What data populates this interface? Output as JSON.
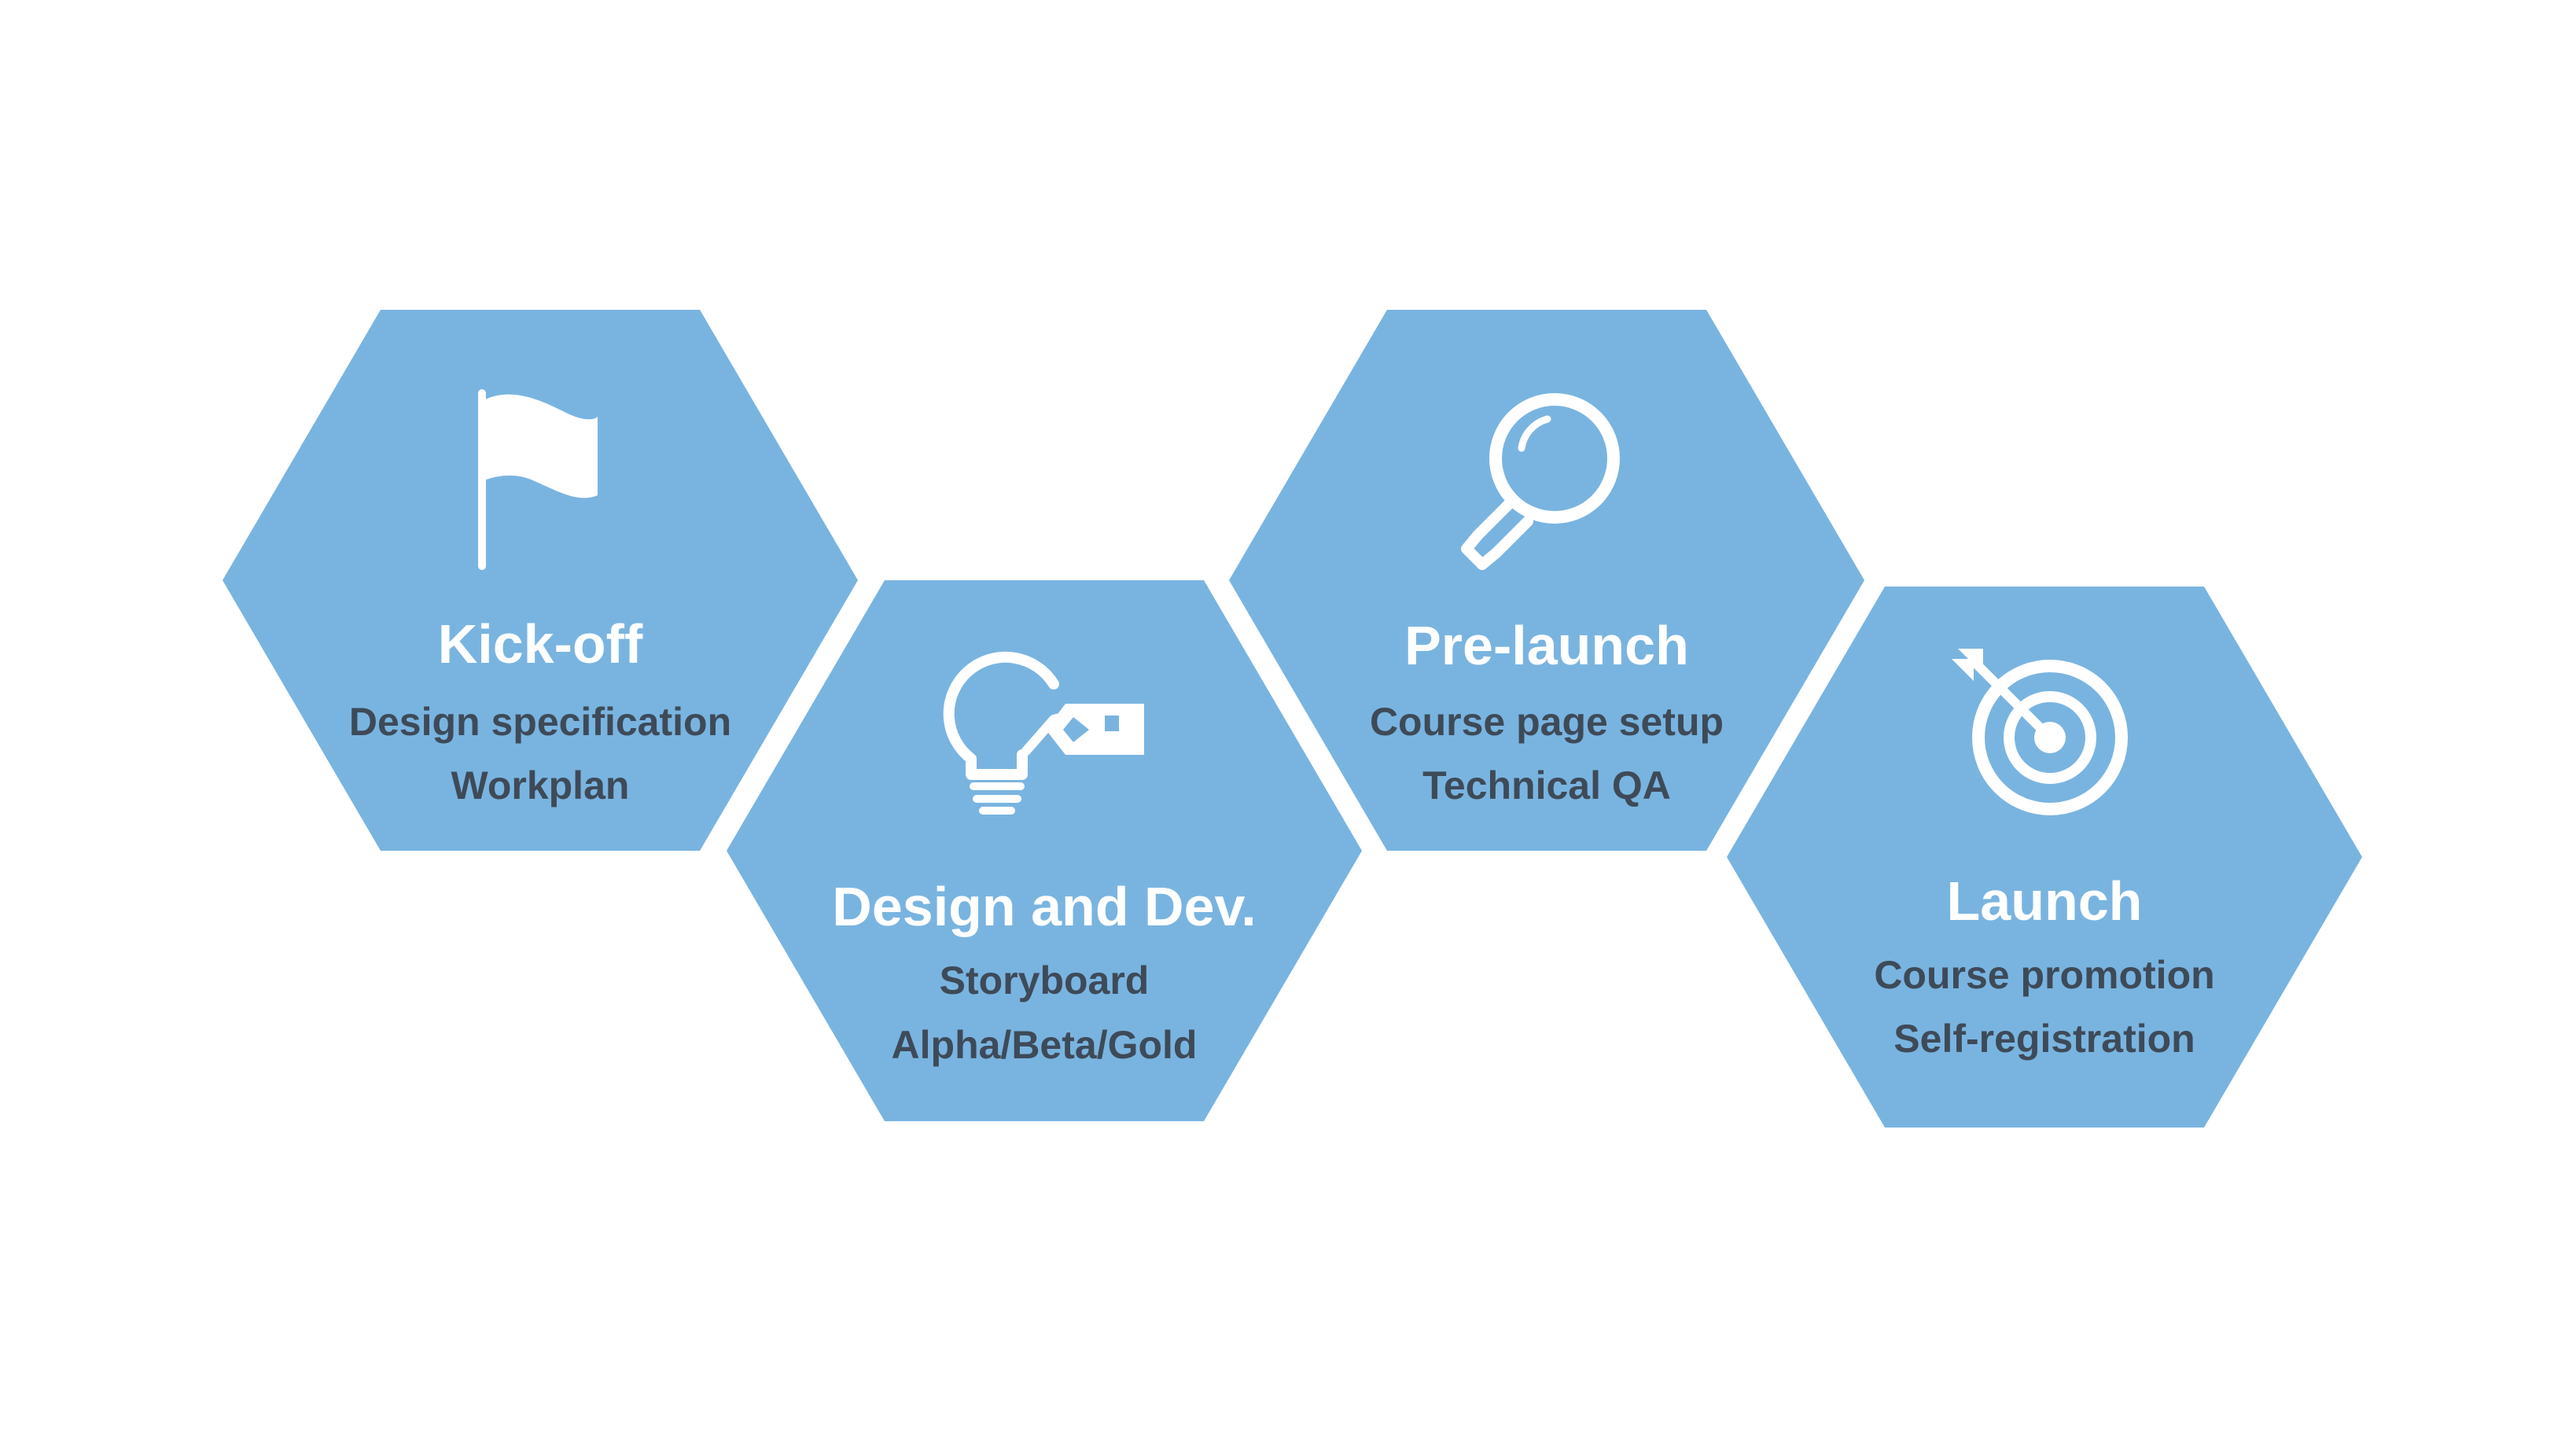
{
  "colors": {
    "hexagon": "#79b4e0",
    "title_text": "#ffffff",
    "item_text": "#3e4a58",
    "icon": "#ffffff",
    "background": "#ffffff"
  },
  "steps": [
    {
      "icon": "flag-icon",
      "title": "Kick-off",
      "items": [
        "Design specification",
        "Workplan"
      ]
    },
    {
      "icon": "lightbulb-pen-icon",
      "title": "Design and Dev.",
      "items": [
        "Storyboard",
        "Alpha/Beta/Gold"
      ]
    },
    {
      "icon": "magnifier-icon",
      "title": "Pre-launch",
      "items": [
        "Course page setup",
        "Technical QA"
      ]
    },
    {
      "icon": "target-icon",
      "title": "Launch",
      "items": [
        "Course promotion",
        "Self-registration"
      ]
    }
  ]
}
